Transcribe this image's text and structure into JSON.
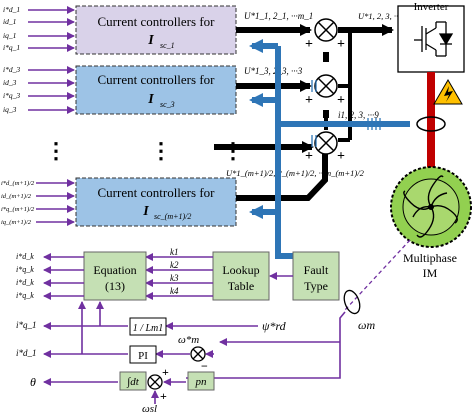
{
  "controllers": [
    {
      "title": "Current controllers for",
      "sym": "I",
      "sub": "sc_1"
    },
    {
      "title": "Current controllers for",
      "sym": "I",
      "sub": "sc_3"
    },
    {
      "title": "Current controllers for",
      "sym": "I",
      "sub": "sc_(m+1)/2"
    }
  ],
  "ellipsis": "⋮",
  "inputs": {
    "g1": [
      "i*d_1",
      "id_1",
      "iq_1",
      "i*q_1"
    ],
    "g3": [
      "i*d_3",
      "id_3",
      "i*q_3",
      "iq_3"
    ],
    "gm": [
      "i*d_(m+1)/2",
      "id_(m+1)/2",
      "i*q_(m+1)/2",
      "iq_(m+1)/2"
    ]
  },
  "voltage_refs": {
    "u1": "U*1_1, 2_1, ···m_1",
    "u3": "U*1_3, 2_3, ···3",
    "um": "U*1_(m+1)/2, 2_(m+1)/2, ···m_(m+1)/2",
    "inv_in": "U*1, 2, 3, ···9"
  },
  "plus": "+",
  "minus": "−",
  "inverter": {
    "label": "Inverter"
  },
  "feedback_current": "i1, 2, 3, ···9",
  "motor": {
    "line1": "Multiphase",
    "line2": "IM"
  },
  "omega_m": "ωm",
  "equation": {
    "line1": "Equation",
    "line2": "(13)"
  },
  "lookup": {
    "line1": "Lookup",
    "line2": "Table"
  },
  "fault": {
    "line1": "Fault",
    "line2": "Type"
  },
  "k_labels": [
    "k1",
    "k2",
    "k3",
    "k4"
  ],
  "eq_outputs": [
    "i*d_k",
    "i*q_k",
    "i*d_k",
    "i*q_k"
  ],
  "lower": {
    "iq1_ref": "i*q_1",
    "id1_ref": "i*d_1",
    "gain": "1 / Lm1",
    "psi": "ψ*rd",
    "omega_ref": "ω*m",
    "pi": "PI",
    "theta": "θ",
    "integ": "∫dt",
    "pn": "pn",
    "omega_sl": "ωsl"
  },
  "colors": {
    "purple": "#7030a0",
    "blue": "#2e75b6",
    "red": "#c00000",
    "green_box": "#c5e0b4",
    "lilac_box": "#d9d2e9",
    "blue_box": "#9dc3e6",
    "black": "#000000"
  }
}
